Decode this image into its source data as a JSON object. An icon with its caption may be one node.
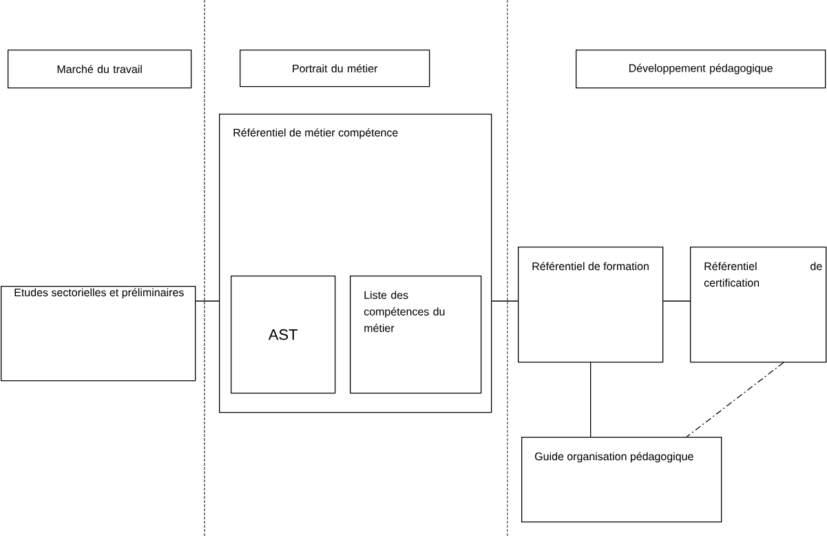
{
  "diagram": {
    "nodes": [
      {
        "text": [
          "Marché du travail"
        ]
      },
      {
        "text": [
          "Portrait du métier"
        ]
      },
      {
        "text": [
          "Développement pédagogique"
        ]
      },
      {
        "text": [
          "Etudes sectorielles et préliminaires"
        ]
      },
      {
        "text": [
          "Référentiel de métier compétence"
        ]
      },
      {
        "text": [
          "AST"
        ],
        "in": 4
      },
      {
        "text": [
          "Liste des compétences du métier"
        ],
        "in": 4
      },
      {
        "text": [
          "Référentiel de formation"
        ]
      },
      {
        "text": [
          "Référentiel de certification"
        ]
      },
      {
        "text": [
          "Guide organisation pédagogique"
        ]
      }
    ],
    "edges": [
      {
        "from": 3,
        "to": 4,
        "arrow": "none"
      },
      {
        "from": 4,
        "to": 7,
        "arrow": "none"
      },
      {
        "from": 7,
        "to": 8,
        "arrow": "none"
      },
      {
        "from": 7,
        "to": 9,
        "arrow": "none"
      },
      {
        "from": 8,
        "to": 9,
        "arrow": "none",
        "style": "dashed"
      }
    ]
  }
}
